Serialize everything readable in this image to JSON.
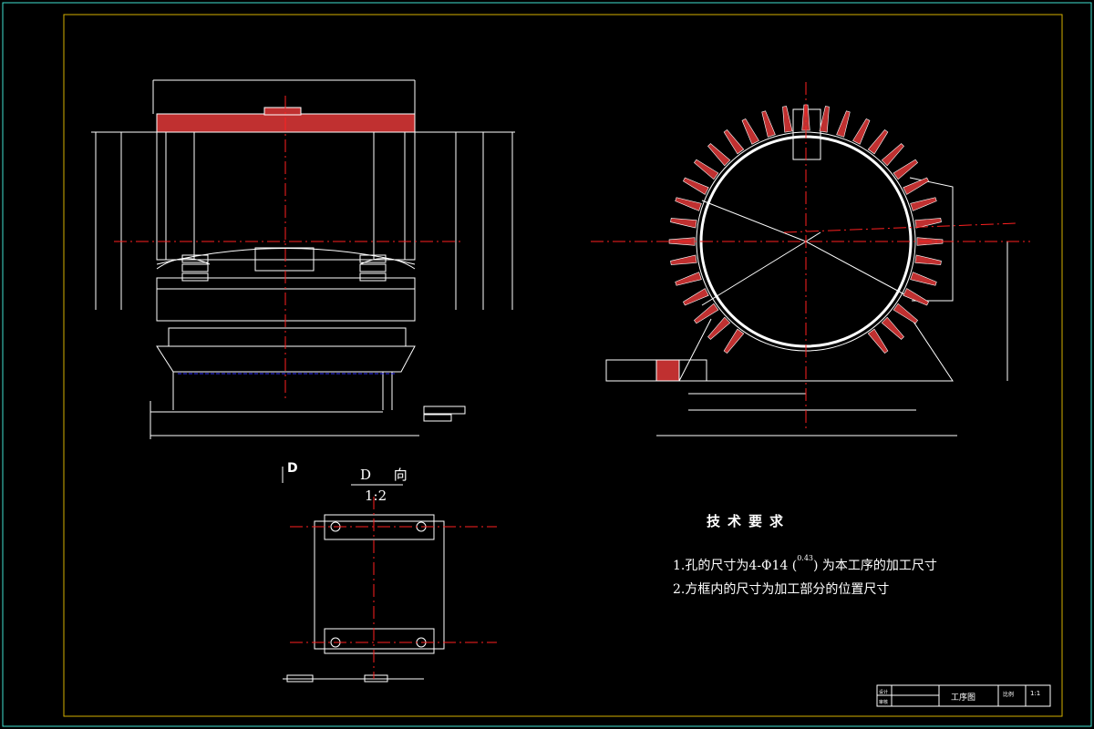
{
  "technical_requirements": {
    "title": "技术要求",
    "item1_prefix": "1.孔的尺寸为4-Φ14 (",
    "item1_tol": "0.43",
    "item1_suffix": ") 为本工序的加工尺寸",
    "item2": "2.方框内的尺寸为加工部分的位置尺寸"
  },
  "view_d": {
    "arrow_label": "D",
    "title": "D 向",
    "scale": "1:2"
  },
  "title_block": {
    "drawing_name": "工序图",
    "scale": "1:1",
    "material_label": "比例",
    "design_label": "设计",
    "review_label": "审核"
  },
  "colors": {
    "background": "#000000",
    "outline": "#ffffff",
    "centerline": "#ff2020",
    "section": "#c03030",
    "border": "#40e0d0",
    "frame": "#d4b000",
    "hidden": "#3030ff"
  }
}
